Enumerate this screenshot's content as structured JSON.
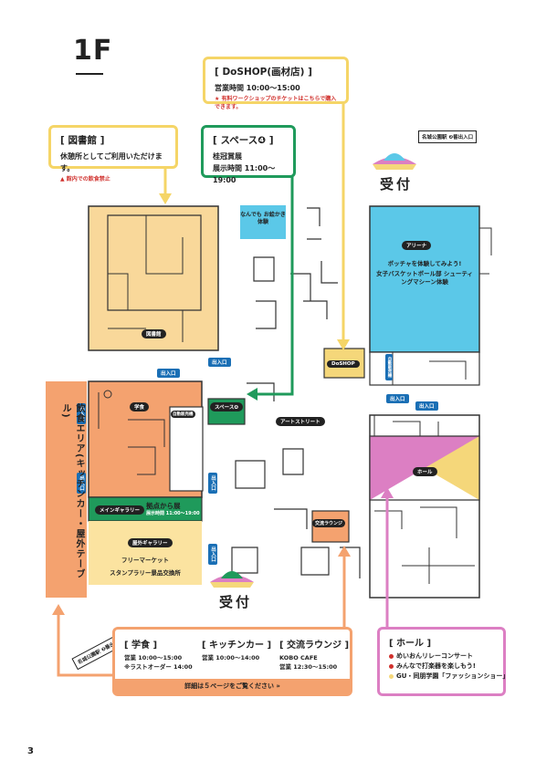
{
  "floor": "1F",
  "doshop_callout": {
    "title": "[ DoSHOP(画材店) ]",
    "hours": "営業時間 10:00～15:00",
    "note": "★ 有料ワークショップのチケットはこちらで購入できます。"
  },
  "library_callout": {
    "title": "[ 図書館 ]",
    "desc": "休憩所としてご利用いただけます。",
    "warning": "館内での飲食禁止"
  },
  "space4_callout": {
    "title": "[ スペース❹ ]",
    "line1": "桂冠賞展",
    "line2": "展示時間 11:00～19:00"
  },
  "station_top": "名城公園駅 ❷番出入口",
  "station_bottom": "名城公園駅 ❷番出入口",
  "uketsuke_top": "受付",
  "uketsuke_bottom": "受付",
  "rooms": {
    "library": "図書館",
    "nandemo": "なんでも お絵かき体験",
    "arena": "アリーナ",
    "arena_line1": "ボッチャを体験してみよう!",
    "arena_line2": "女子バスケットボール部 シューティングマシーン体験",
    "doshop": "DoSHOP",
    "space4": "スペース❹",
    "art_street": "アートストリート",
    "gakushoku": "学食",
    "vending": "自動販売機",
    "main_gallery": "メインギャラリー",
    "kyoten": "拠点から展",
    "kyoten_time": "展示時間 11:00～19:00",
    "outdoor_gallery": "屋外ギャラリー",
    "flea": "フリーマーケット",
    "stamp": "スタンプラリー景品交換所",
    "lounge": "交流ラウンジ",
    "hall": "ホール",
    "toilet_sign": "自動販売機"
  },
  "entrance_label": "出入口",
  "food_area": "飲食エリア(キッチンカー・屋外テーブル)",
  "bottom_box": {
    "col1_title": "[ 学食 ]",
    "col1_line1": "営業 10:00～15:00",
    "col1_line2": "※ラストオーダー 14:00",
    "col2_title": "[ キッチンカー ]",
    "col2_line1": "営業 10:00～14:00",
    "col3_title": "[ 交流ラウンジ ]",
    "col3_line1": "KOBO CAFE",
    "col3_line2": "営業 12:30～15:00",
    "footer": "詳細は５ページをご覧ください »"
  },
  "hall_box": {
    "title": "[ ホール ]",
    "items": [
      "めいおんリレーコンサート",
      "みんなで打楽器を楽しもう!",
      "GU・同朋学園「ファッションショー」"
    ],
    "dot_colors": [
      "#d0312d",
      "#d0312d",
      "#f5d77a"
    ]
  },
  "page_number": "3",
  "colors": {
    "library": "#f9d89a",
    "arena": "#5bc8e8",
    "gakushoku": "#f4a26f",
    "green": "#1f9a5b",
    "yellow": "#f5d77a",
    "pink": "#dc7fc3",
    "orange": "#f4a26f",
    "ygold": "#f5d567"
  }
}
